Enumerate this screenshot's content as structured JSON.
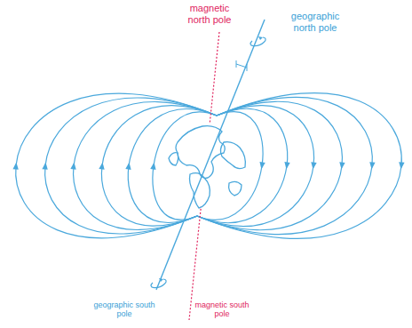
{
  "diagram": {
    "labels": [
      "magnetic north pole",
      "geographic north pole",
      "geographic south pole",
      "magnetic south pole"
    ]
  }
}
